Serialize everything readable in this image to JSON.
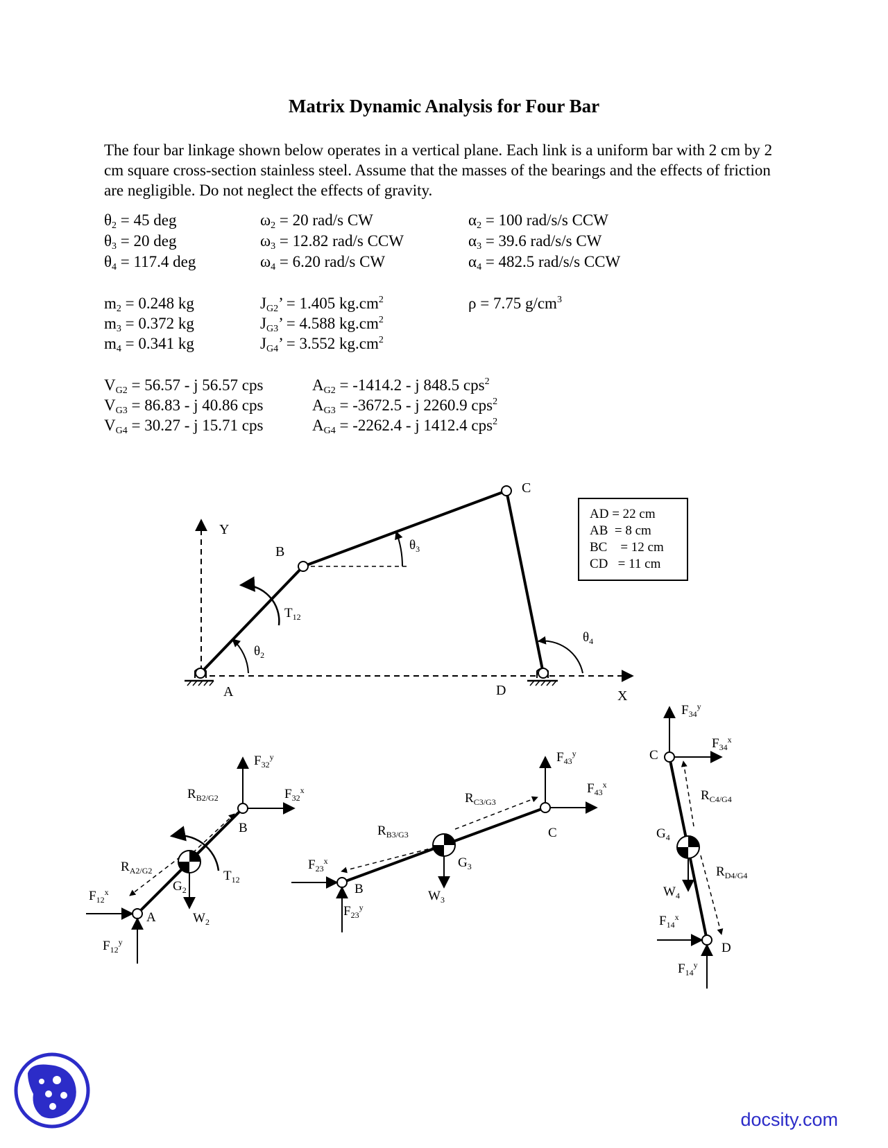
{
  "title": "Matrix Dynamic Analysis for Four Bar",
  "intro": "The four bar linkage shown below operates in a vertical plane.  Each link is a uniform bar with 2 cm by 2 cm square cross-section stainless steel.  Assume that the masses of the bearings and the effects of friction are negligible.  Do not neglect the effects of gravity.",
  "params": {
    "theta2": {
      "sym": "θ",
      "sub": "2",
      "text": " = 45 deg"
    },
    "theta3": {
      "sym": "θ",
      "sub": "3",
      "text": " = 20 deg"
    },
    "theta4": {
      "sym": "θ",
      "sub": "4",
      "text": " = 117.4 deg"
    },
    "omega2": {
      "sym": "ω",
      "sub": "2",
      "text": " = 20 rad/s CW"
    },
    "omega3": {
      "sym": "ω",
      "sub": "3",
      "text": " = 12.82 rad/s CCW"
    },
    "omega4": {
      "sym": "ω",
      "sub": "4",
      "text": " = 6.20 rad/s CW"
    },
    "alpha2": {
      "sym": "α",
      "sub": "2",
      "text": " = 100 rad/s/s CCW"
    },
    "alpha3": {
      "sym": "α",
      "sub": "3",
      "text": " = 39.6 rad/s/s CW"
    },
    "alpha4": {
      "sym": "α",
      "sub": "4",
      "text": " = 482.5 rad/s/s CCW"
    },
    "m2": {
      "sym": "m",
      "sub": "2",
      "text": " = 0.248 kg"
    },
    "m3": {
      "sym": "m",
      "sub": "3",
      "text": " = 0.372 kg"
    },
    "m4": {
      "sym": "m",
      "sub": "4",
      "text": " = 0.341 kg"
    },
    "J2": {
      "sym": "J",
      "sub": "G2",
      "text": "’ = 1.405 kg.cm",
      "sup": "2"
    },
    "J3": {
      "sym": "J",
      "sub": "G3",
      "text": "’ = 4.588 kg.cm",
      "sup": "2"
    },
    "J4": {
      "sym": "J",
      "sub": "G4",
      "text": "’ = 3.552 kg.cm",
      "sup": "2"
    },
    "rho": {
      "sym": "ρ",
      "sub": "",
      "text": " = 7.75 g/cm",
      "sup": "3"
    },
    "V2": {
      "sym": "V",
      "sub": "G2",
      "text": " = 56.57 - j 56.57 cps"
    },
    "V3": {
      "sym": "V",
      "sub": "G3",
      "text": " = 86.83 - j 40.86 cps"
    },
    "V4": {
      "sym": "V",
      "sub": "G4",
      "text": " = 30.27 - j 15.71 cps"
    },
    "A2": {
      "sym": "A",
      "sub": "G2",
      "text": " = -1414.2  - j 848.5 cps",
      "sup": "2"
    },
    "A3": {
      "sym": "A",
      "sub": "G3",
      "text": " = -3672.5  - j 2260.9 cps",
      "sup": "2"
    },
    "A4": {
      "sym": "A",
      "sub": "G4",
      "text": " = -2262.4  - j 1412.4 cps",
      "sup": "2"
    }
  },
  "lengths_box": [
    "AD = 22 cm",
    "AB  = 8 cm",
    "BC    = 12 cm",
    "CD   = 11 cm"
  ],
  "diagram_labels": {
    "A": "A",
    "B": "B",
    "C": "C",
    "D": "D",
    "X": "X",
    "Y": "Y",
    "theta": "θ",
    "T": "T",
    "twelve": "12",
    "two": "2",
    "three": "3",
    "four": "4",
    "F": "F",
    "R": "R",
    "W": "W",
    "G": "G",
    "sx": "x",
    "sy": "y",
    "s12": "12",
    "s32": "32",
    "s23": "23",
    "s43": "43",
    "s34": "34",
    "s14": "14",
    "rB2": "B2/G2",
    "rA2": "A2/G2",
    "rB3": "B3/G3",
    "rC3": "C3/G3",
    "rC4": "C4/G4",
    "rD4": "D4/G4"
  },
  "brand": "docsity.com"
}
